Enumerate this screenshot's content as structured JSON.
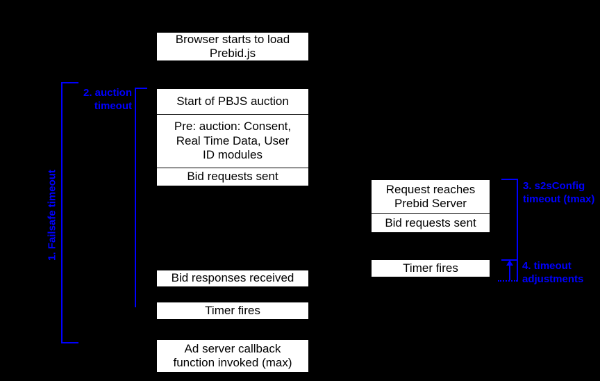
{
  "colors": {
    "background": "#000000",
    "box_background": "#ffffff",
    "box_border": "#000000",
    "box_text": "#000000",
    "accent": "#0000ff"
  },
  "boxes": {
    "browser_load": "Browser starts to load\nPrebid.js",
    "start_auction": "Start of PBJS auction",
    "pre_auction": "Pre: auction: Consent,\nReal Time Data, User\nID modules",
    "bid_requests_client": "Bid requests sent",
    "bid_responses_received": "Bid responses received",
    "timer_fires_client": "Timer fires",
    "ad_server_callback": "Ad server callback\nfunction invoked (max)",
    "request_reaches_server": "Request reaches\nPrebid Server",
    "bid_requests_server": "Bid requests sent",
    "timer_fires_server": "Timer fires"
  },
  "annotations": {
    "failsafe_timeout": "1. Failsafe timeout",
    "auction_timeout": "2. auction\ntimeout",
    "s2s_timeout": "3. s2sConfig\ntimeout (tmax)",
    "timeout_adjustments": "4. timeout\nadjustments"
  }
}
